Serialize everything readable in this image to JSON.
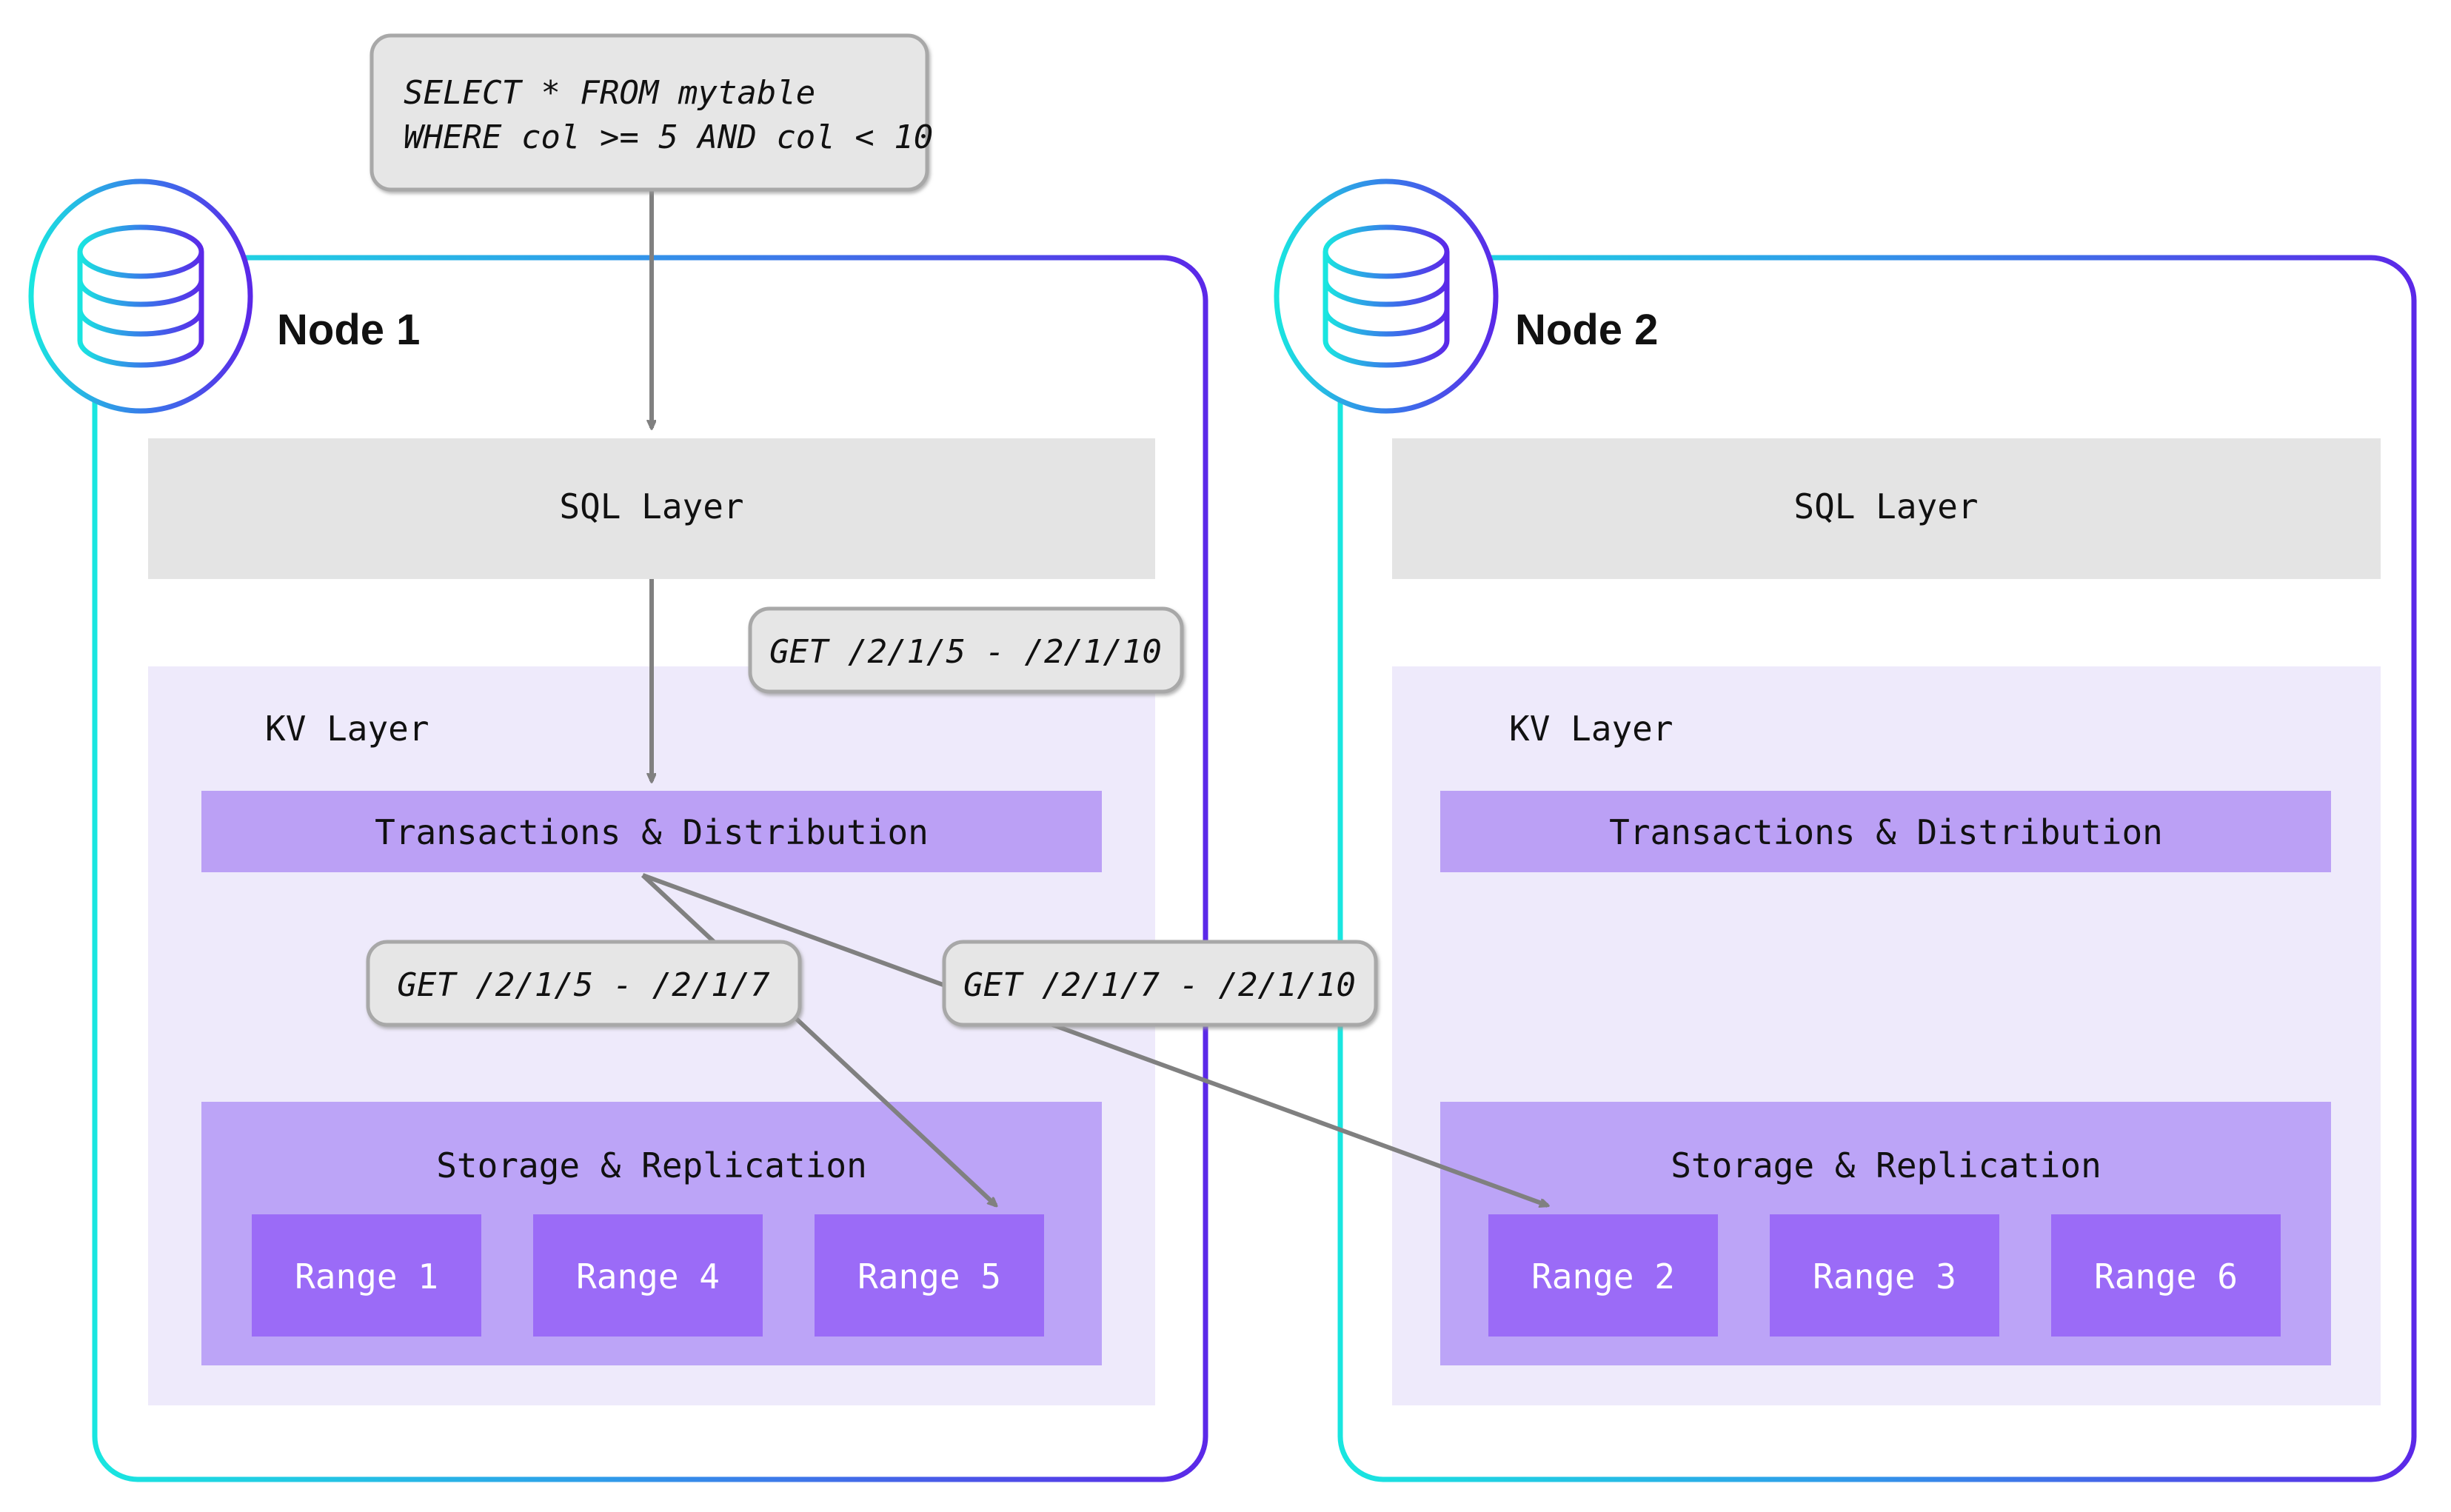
{
  "diagram": {
    "title": "Distributed SQL query routing across nodes",
    "background": "#ffffff"
  },
  "colors": {
    "node_border_start": "#19e6e0",
    "node_border_end": "#5b28e8",
    "sql_layer_bg": "#e4e4e4",
    "kv_layer_bg": "#eeeafb",
    "transactions_bg": "#bba0f5",
    "storage_bg": "#bca4f7",
    "range_bg": "#9b6bf7",
    "callout_bg": "#e6e6e6",
    "callout_border": "#a8a8a8",
    "arrow": "#808080",
    "text_dark": "#111111",
    "text_white": "#ffffff"
  },
  "query_callout": {
    "line1": "SELECT * FROM mytable",
    "line2": "WHERE col >= 5 AND col < 10"
  },
  "callouts": {
    "sql_to_kv": "GET /2/1/5 - /2/1/10",
    "local_range": "GET /2/1/5 - /2/1/7",
    "remote_range": "GET /2/1/7 - /2/1/10"
  },
  "nodes": [
    {
      "title": "Node 1",
      "icon": "database-icon",
      "sql_layer_label": "SQL Layer",
      "kv_layer_label": "KV Layer",
      "transactions_label": "Transactions & Distribution",
      "storage_label": "Storage & Replication",
      "ranges": [
        "Range 1",
        "Range 4",
        "Range 5"
      ]
    },
    {
      "title": "Node 2",
      "icon": "database-icon",
      "sql_layer_label": "SQL Layer",
      "kv_layer_label": "KV Layer",
      "transactions_label": "Transactions & Distribution",
      "storage_label": "Storage & Replication",
      "ranges": [
        "Range 2",
        "Range 3",
        "Range 6"
      ]
    }
  ]
}
